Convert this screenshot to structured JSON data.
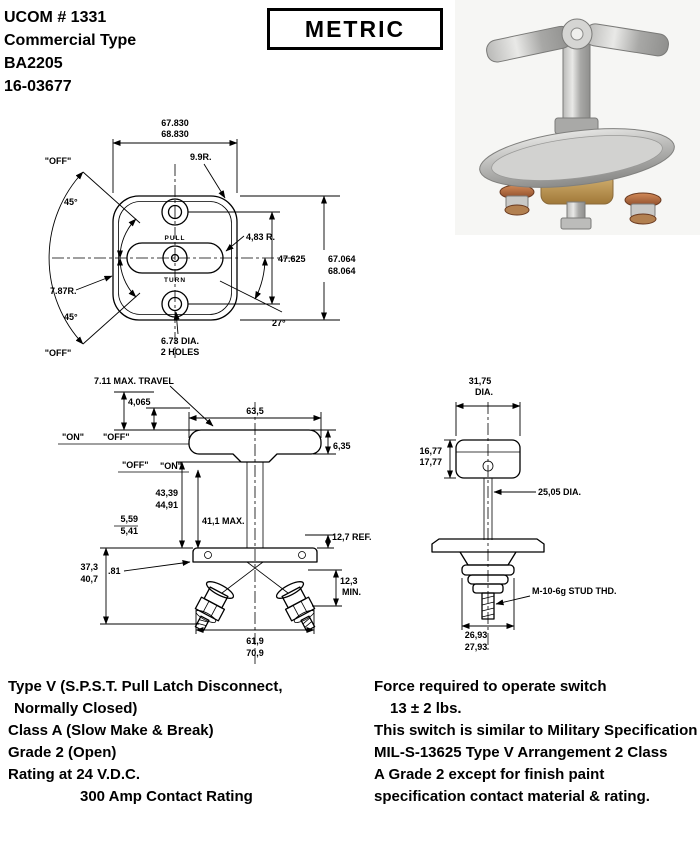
{
  "header": {
    "line1": "UCOM # 1331",
    "line2": "Commercial Type",
    "line3": "BA2205",
    "line4": "16-03677",
    "metric_label": "METRIC"
  },
  "top_view": {
    "width_a": "67.830",
    "width_b": "68.830",
    "corner_radius": "9.9R.",
    "off_upper": "\"OFF\"",
    "angle_upper": "45°",
    "slot_radius": "4,83 R.",
    "hole_spacing": "47.625",
    "height_a": "67.064",
    "height_b": "68.064",
    "lobe_radius": "7.87R.",
    "angle_lower": "45°",
    "off_lower": "\"OFF\"",
    "angle_slot": "27°",
    "holes_dia": "6.73 DIA.",
    "holes_qty": "2 HOLES",
    "face_pull": "PULL",
    "face_turn": "TURN"
  },
  "front_view": {
    "travel": "7.11 MAX. TRAVEL",
    "travel_min": "4,065",
    "handle_width": "63,5",
    "on_upper": "\"ON\"",
    "off_upper": "\"OFF\"",
    "off_lower": "\"OFF\"",
    "on_lower": "\"ON\"",
    "handle_thickness": "6,35",
    "height_a": "43,39",
    "height_b": "44,91",
    "step_a": "5,59",
    "step_b": "5,41",
    "stem_max": "41,1 MAX.",
    "ref": "12,7 REF.",
    "depth_a": "37,3",
    "depth_b": "40,7",
    "step_c": ".81",
    "clearance_a": "12,3",
    "clearance_b": "MIN.",
    "base_width_a": "61,9",
    "base_width_b": "70,9"
  },
  "side_view": {
    "dia_a": "31,75",
    "dia_b": "DIA.",
    "bracket_a": "16,77",
    "bracket_b": "17,77",
    "mid_dia": "25,05 DIA.",
    "stud_thread": "M-10-6g STUD THD.",
    "hex_a": "26,93",
    "hex_b": "27,93"
  },
  "notes_left": [
    "Type V (S.P.S.T. Pull Latch Disconnect,",
    "Normally Closed)",
    "Class A (Slow Make & Break)",
    "Grade 2 (Open)",
    "Rating at 24 V.D.C.",
    "300 Amp Contact Rating"
  ],
  "notes_right": [
    "Force required to operate switch",
    "13 ± 2 lbs.",
    "This switch is similar to Military Specification",
    "MIL-S-13625 Type V Arrangement 2 Class",
    "A Grade 2 except for finish paint",
    "specification contact material & rating."
  ]
}
